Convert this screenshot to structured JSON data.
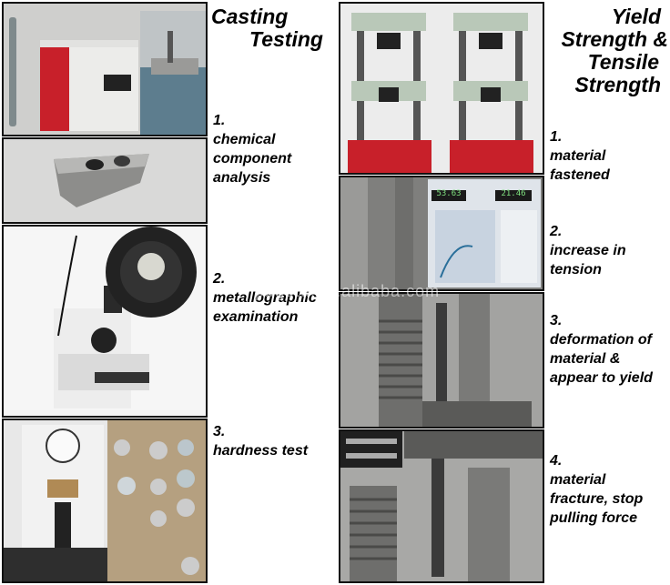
{
  "left": {
    "title_line1": "Casting",
    "title_line2": "Testing",
    "steps": [
      {
        "num": "1.",
        "text": "chemical component analysis"
      },
      {
        "num": "2.",
        "text": "metallographic examination"
      },
      {
        "num": "3.",
        "text": "hardness test"
      }
    ]
  },
  "right": {
    "title_line1": "Yield",
    "title_line2": "Strength &",
    "title_line3": "Tensile",
    "title_line4": "Strength",
    "steps": [
      {
        "num": "1.",
        "text": "material fastened"
      },
      {
        "num": "2.",
        "text": "increase in tension"
      },
      {
        "num": "3.",
        "text": "deformation of material & appear to yield"
      },
      {
        "num": "4.",
        "text": "material fracture, stop pulling force"
      }
    ]
  },
  "screen_readout": {
    "left_value": "53.63",
    "right_value": "21.46"
  },
  "watermark": "pbgotu.en.alibaba.com",
  "colors": {
    "machine_red": "#c8202a",
    "frame_green": "#b9c8b8",
    "bg": "#ffffff"
  }
}
